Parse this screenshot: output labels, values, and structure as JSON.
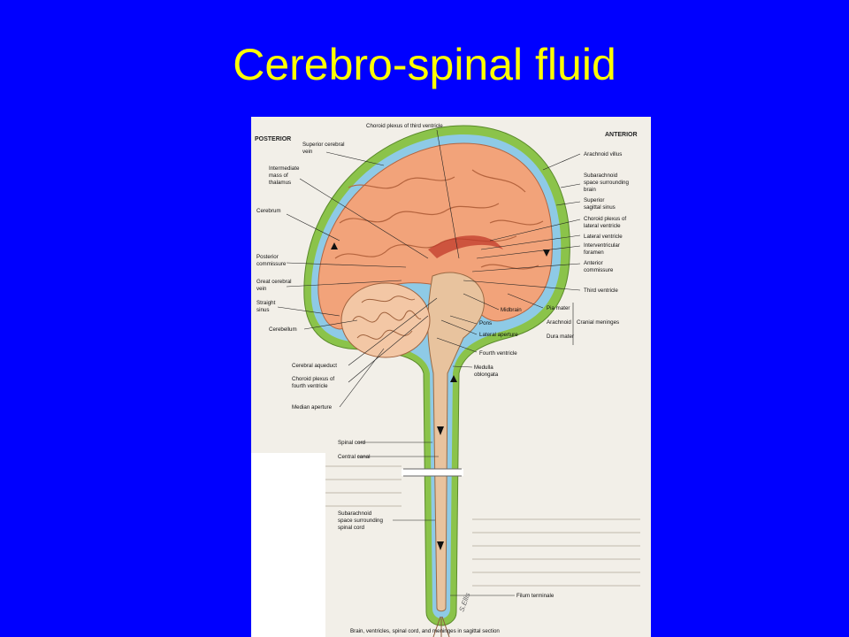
{
  "slide": {
    "title": "Cerebro-spinal fluid",
    "colors": {
      "background": "#0000ff",
      "title": "#ffff00"
    }
  },
  "figure": {
    "orientation": {
      "posterior": "POSTERIOR",
      "anterior": "ANTERIOR"
    },
    "caption": "Brain, ventricles, spinal cord, and meninges in sagittal section",
    "signature": "S.Ellis",
    "labels": {
      "choroid_plexus_third": "Choroid plexus of third ventricle",
      "superior_cerebral_vein": [
        "Superior cerebral",
        "vein"
      ],
      "intermediate_mass": [
        "Intermediate",
        "mass of",
        "thalamus"
      ],
      "cerebrum": "Cerebrum",
      "posterior_commissure": [
        "Posterior",
        "commissure"
      ],
      "great_cerebral_vein": [
        "Great cerebral",
        "vein"
      ],
      "straight_sinus": [
        "Straight",
        "sinus"
      ],
      "cerebellum": "Cerebellum",
      "cerebral_aqueduct": "Cerebral aqueduct",
      "choroid_plexus_fourth": [
        "Choroid plexus of",
        "fourth ventricle"
      ],
      "median_aperture": "Median aperture",
      "spinal_cord": "Spinal cord",
      "central_canal": "Central canal",
      "subarachnoid_spinal": [
        "Subarachnoid",
        "space surrounding",
        "spinal cord"
      ],
      "filum_terminale": "Filum terminale",
      "arachnoid_villus": "Arachnoid villus",
      "subarachnoid_brain": [
        "Subarachnoid",
        "space surrounding",
        "brain"
      ],
      "superior_sagittal_sinus": [
        "Superior",
        "sagittal sinus"
      ],
      "choroid_plexus_lateral": [
        "Choroid plexus of",
        "lateral ventricle"
      ],
      "lateral_ventricle": "Lateral ventricle",
      "interventricular_foramen": [
        "Interventricular",
        "foramen"
      ],
      "anterior_commissure": [
        "Anterior",
        "commissure"
      ],
      "third_ventricle": "Third ventricle",
      "pia_mater": "Pia mater",
      "midbrain": "Midbrain",
      "pons": "Pons",
      "arachnoid": "Arachnoid",
      "cranial_meninges": "Cranial meninges",
      "lateral_aperture": "Lateral aperture",
      "dura_mater": "Dura mater",
      "fourth_ventricle": "Fourth ventricle",
      "medulla_oblongata": [
        "Medulla",
        "oblongata"
      ]
    }
  }
}
